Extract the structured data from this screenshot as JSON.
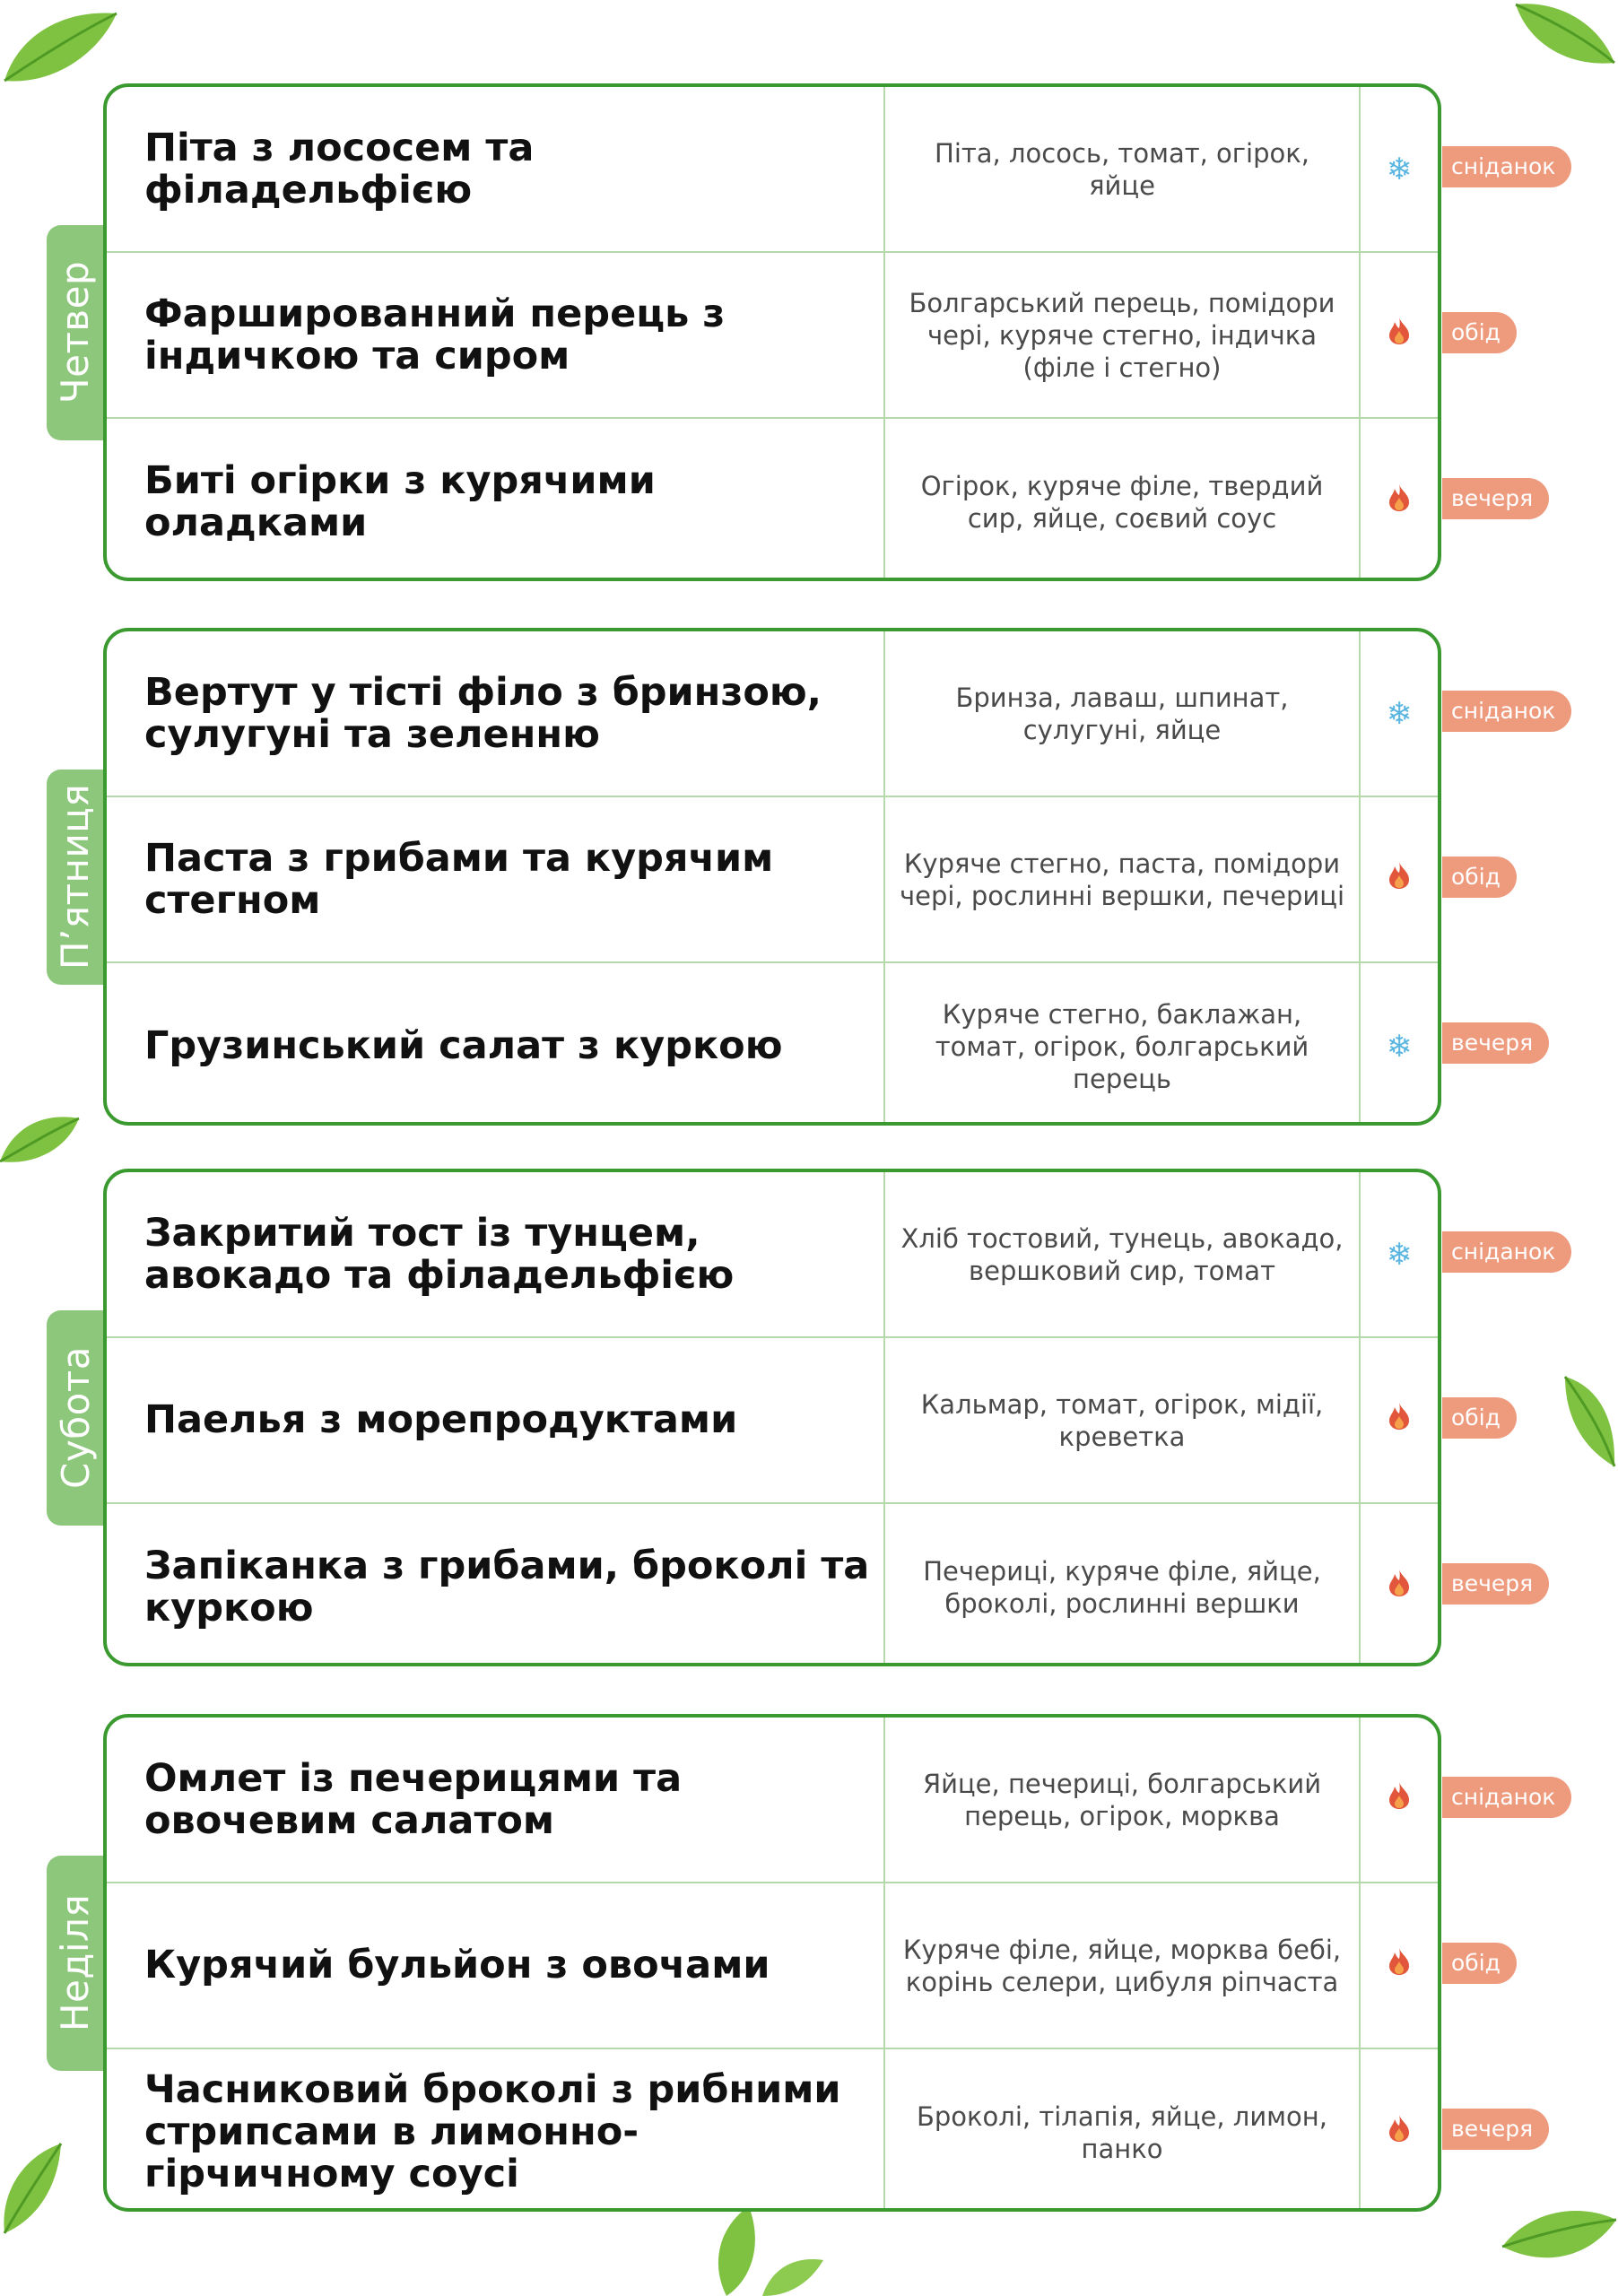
{
  "colors": {
    "accent_green": "#3b9a2f",
    "tab_green": "#8dc77c",
    "badge_salmon": "#ee9a7d",
    "snow_blue": "#5ab6e0",
    "fire_red": "#e2573b"
  },
  "days": [
    {
      "name": "Четвер",
      "meals": [
        {
          "dish": "Піта з лососем та філадельфією",
          "ingredients": "Піта, лосось, томат, огірок, яйце",
          "icon": "snowflake-icon",
          "meal": "сніданок"
        },
        {
          "dish": "Фаршированний перець з індичкою та сиром",
          "ingredients": "Болгарський перець, помідори чері, куряче стегно, індичка (філе і стегно)",
          "icon": "fire-icon",
          "meal": "обід"
        },
        {
          "dish": "Биті огірки з курячими оладками",
          "ingredients": "Огірок, куряче філе, твердий сир, яйце, соєвий соус",
          "icon": "fire-icon",
          "meal": "вечеря"
        }
      ]
    },
    {
      "name": "П’ятниця",
      "meals": [
        {
          "dish": "Вертут у тісті філо з бринзою, сулугуні та зеленню",
          "ingredients": "Бринза, лаваш, шпинат, сулугуні, яйце",
          "icon": "snowflake-icon",
          "meal": "сніданок"
        },
        {
          "dish": "Паста з грибами та курячим стегном",
          "ingredients": "Куряче стегно, паста, помідори чері, рослинні вершки, печериці",
          "icon": "fire-icon",
          "meal": "обід"
        },
        {
          "dish": "Грузинський салат з куркою",
          "ingredients": "Куряче стегно, баклажан, томат, огірок, болгарський перець",
          "icon": "snowflake-icon",
          "meal": "вечеря"
        }
      ]
    },
    {
      "name": "Субота",
      "meals": [
        {
          "dish": "Закритий тост із тунцем, авокадо та філадельфією",
          "ingredients": "Хліб тостовий, тунець, авокадо, вершковий сир, томат",
          "icon": "snowflake-icon",
          "meal": "сніданок"
        },
        {
          "dish": "Паелья з морепродуктами",
          "ingredients": "Кальмар, томат, огірок, мідії, креветка",
          "icon": "fire-icon",
          "meal": "обід"
        },
        {
          "dish": "Запіканка з грибами, броколі та куркою",
          "ingredients": "Печериці, куряче філе, яйце, броколі, рослинні вершки",
          "icon": "fire-icon",
          "meal": "вечеря"
        }
      ]
    },
    {
      "name": "Неділя",
      "meals": [
        {
          "dish": "Омлет із печерицями та овочевим салатом",
          "ingredients": "Яйце, печериці, болгарський перець, огірок, морква",
          "icon": "fire-icon",
          "meal": "сніданок"
        },
        {
          "dish": "Курячий бульйон з овочами",
          "ingredients": "Куряче філе, яйце, морква бебі, корінь селери, цибуля ріпчаста",
          "icon": "fire-icon",
          "meal": "обід"
        },
        {
          "dish": "Часниковий броколі з рибними стрипсами в лимонно-гірчичному соусі",
          "ingredients": "Броколі, тілапія, яйце, лимон, панко",
          "icon": "fire-icon",
          "meal": "вечеря"
        }
      ]
    }
  ]
}
